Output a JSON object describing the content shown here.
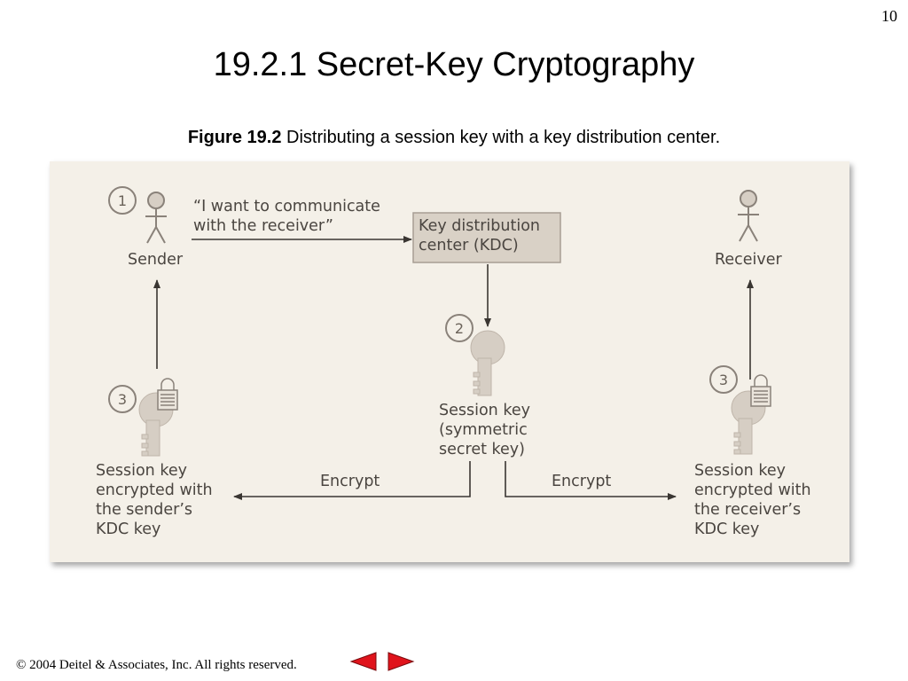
{
  "page_number": "10",
  "title": "19.2.1 Secret-Key Cryptography",
  "caption": {
    "label": "Figure 19.2",
    "text": "Distributing a session key with a key distribution center."
  },
  "diagram": {
    "steps": [
      "1",
      "2",
      "3",
      "3"
    ],
    "sender_label": "Sender",
    "receiver_label": "Receiver",
    "request_line1": "“I want to communicate",
    "request_line2": "with the receiver”",
    "kdc_line1": "Key distribution",
    "kdc_line2": "center (KDC)",
    "session_key_line1": "Session key",
    "session_key_line2": "(symmetric",
    "session_key_line3": "secret key)",
    "encrypt_left": "Encrypt",
    "encrypt_right": "Encrypt",
    "sender_key_line1": "Session key",
    "sender_key_line2": "encrypted with",
    "sender_key_line3": "the sender’s",
    "sender_key_line4": "KDC key",
    "receiver_key_line1": "Session key",
    "receiver_key_line2": "encrypted with",
    "receiver_key_line3": "the receiver’s",
    "receiver_key_line4": "KDC key"
  },
  "footer": "© 2004 Deitel & Associates, Inc.  All rights reserved.",
  "colors": {
    "panel_bg": "#f4f0e8",
    "kdc_box": "#d9d1c6",
    "figure_fill": "#d6cec4",
    "line": "#3a3632",
    "nav_red": "#e0141c"
  },
  "icons": [
    "person-icon",
    "key-icon",
    "lock-icon",
    "prev-arrow-icon",
    "next-arrow-icon"
  ]
}
